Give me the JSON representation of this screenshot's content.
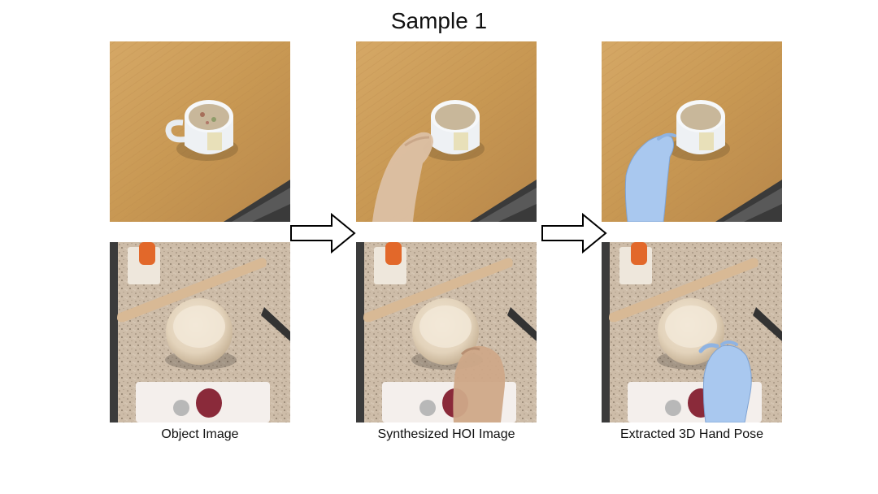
{
  "title": "Sample 1",
  "captions": {
    "object": "Object Image",
    "synthesized": "Synthesized HOI Image",
    "extracted": "Extracted 3D Hand Pose"
  },
  "colors": {
    "wood": "#c99a57",
    "counter": "#c9b8a4",
    "hand_mesh": "#a9c8ef",
    "skin": "#d8b898",
    "arrow_stroke": "#000000"
  }
}
